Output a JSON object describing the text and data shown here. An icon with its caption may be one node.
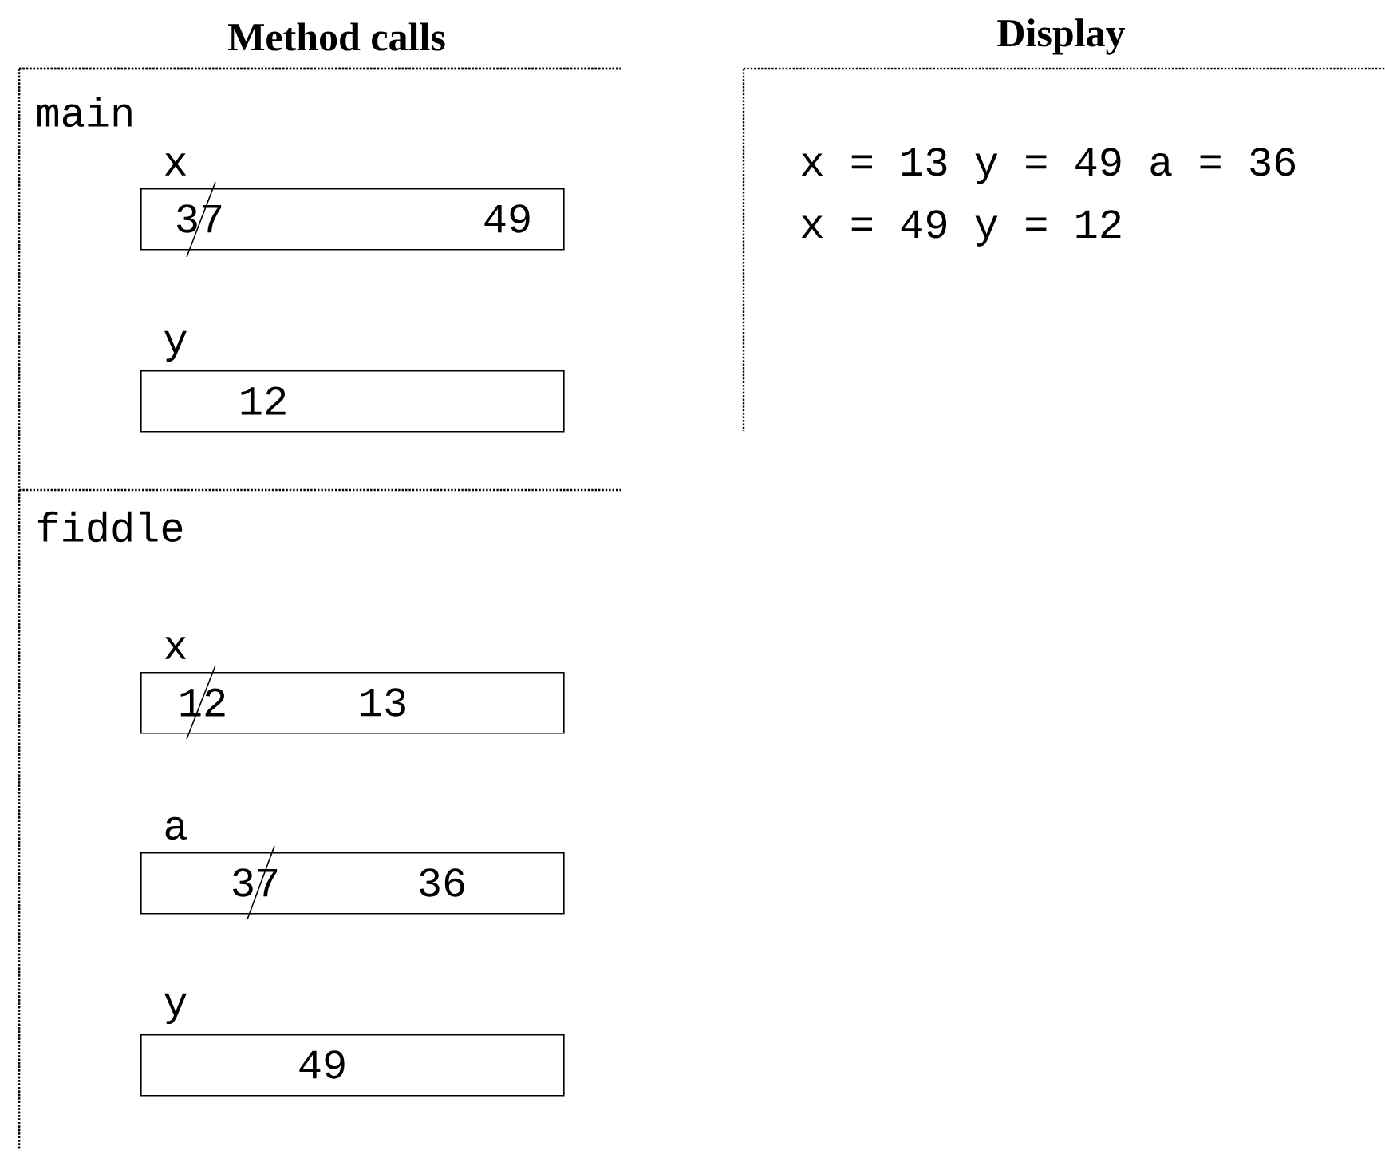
{
  "diagram": {
    "nodes": [
      {
        "text": [
          "Method calls"
        ]
      },
      {
        "text": [
          "main"
        ],
        "in": 0
      },
      {
        "text": [
          "x",
          "37",
          "49"
        ],
        "in": 1
      },
      {
        "text": [
          "y",
          "12"
        ],
        "in": 1
      },
      {
        "text": [
          "fiddle"
        ],
        "in": 0
      },
      {
        "text": [
          "x",
          "12",
          "13"
        ],
        "in": 4
      },
      {
        "text": [
          "a",
          "37",
          "36"
        ],
        "in": 4
      },
      {
        "text": [
          "y",
          "49"
        ],
        "in": 4
      },
      {
        "text": [
          "Display",
          "x = 13 y = 49 a = 36",
          "x = 49 y = 12"
        ]
      }
    ]
  }
}
